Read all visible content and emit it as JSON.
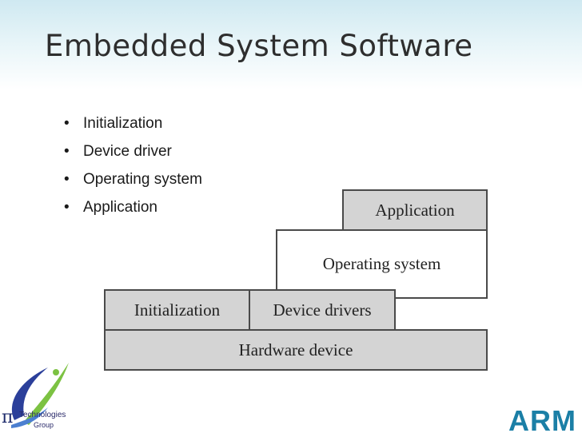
{
  "slide": {
    "title": "Embedded System Software",
    "bullets": [
      "Initialization",
      "Device driver",
      "Operating system",
      "Application"
    ]
  },
  "diagram": {
    "application": "Application",
    "operating_system": "Operating system",
    "initialization": "Initialization",
    "device_drivers": "Device drivers",
    "hardware_device": "Hardware device"
  },
  "logos": {
    "left_symbol": "π",
    "left_line1": "Technologies",
    "left_line2": "Group",
    "right": "ARM"
  },
  "colors": {
    "box_gray": "#d4d4d4",
    "arm_blue": "#1b7fa6",
    "header_tint": "#cfe9f1"
  }
}
